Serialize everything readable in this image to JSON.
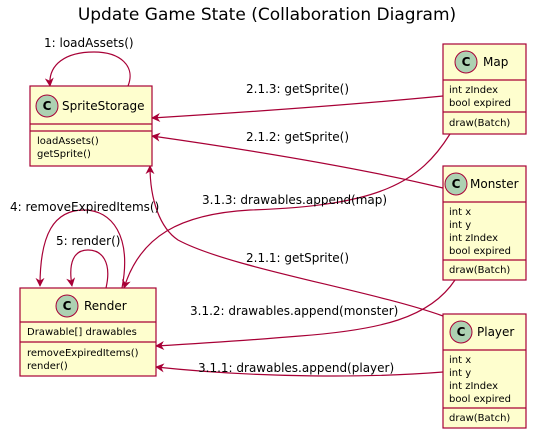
{
  "diagram": {
    "title": "Update Game State (Collaboration Diagram)",
    "stereotype_letter": "C",
    "classes": {
      "sprite_storage": {
        "name": "SpriteStorage",
        "fields": [],
        "methods": [
          "loadAssets()",
          "getSprite()"
        ]
      },
      "render": {
        "name": "Render",
        "fields": [
          "Drawable[] drawables"
        ],
        "methods": [
          "removeExpiredItems()",
          "render()"
        ]
      },
      "map": {
        "name": "Map",
        "fields": [
          "int zIndex",
          "bool expired"
        ],
        "methods": [
          "draw(Batch)"
        ]
      },
      "monster": {
        "name": "Monster",
        "fields": [
          "int x",
          "int y",
          "int zIndex",
          "bool expired"
        ],
        "methods": [
          "draw(Batch)"
        ]
      },
      "player": {
        "name": "Player",
        "fields": [
          "int x",
          "int y",
          "int zIndex",
          "bool expired"
        ],
        "methods": [
          "draw(Batch)"
        ]
      }
    },
    "messages": {
      "load_assets": "1: loadAssets()",
      "map_get_sprite": "2.1.3: getSprite()",
      "monster_get_sprite": "2.1.2: getSprite()",
      "player_get_sprite": "2.1.1: getSprite()",
      "remove_expired": "4: removeExpiredItems()",
      "render_self": "5: render()",
      "append_map": "3.1.3: drawables.append(map)",
      "append_monster": "3.1.2: drawables.append(monster)",
      "append_player": "3.1.1: drawables.append(player)"
    }
  }
}
